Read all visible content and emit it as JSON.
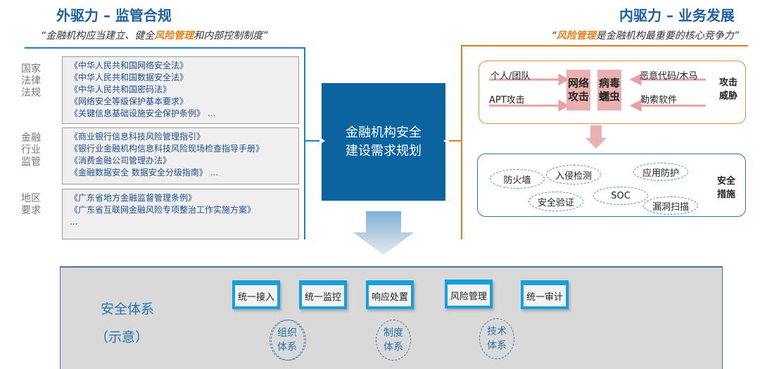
{
  "left": {
    "title": "外驱力 – 监管合规",
    "quote_pre": "“金融机构应当建立、健全",
    "quote_hl": "风险管理",
    "quote_post": "和内部控制制度”",
    "groups": [
      {
        "label": "国家\n法律\n法规",
        "items": [
          "《中华人民共和国网络安全法》",
          "《中华人民共和国数据安全法》",
          "《中华人民共和国密码法》",
          "《网络安全等级保护基本要求》",
          "《关键信息基础设施安全保护条例》 ..."
        ]
      },
      {
        "label": "金融\n行业\n监管",
        "items": [
          "《商业银行信息科技风险管理指引》",
          "《银行业金融机构信息科技风险现场检查指导手册》",
          "《消费金融公司管理办法》",
          "《金融数据安全 数据安全分级指南》 ..."
        ]
      },
      {
        "label": "地区\n要求",
        "items": [
          "《广东省地方金融监督管理条例》",
          "《广东省互联网金融风险专项整治工作实施方案》",
          "..."
        ]
      }
    ]
  },
  "center": {
    "text": "金融机构安全\n建设需求规划"
  },
  "right": {
    "title": "内驱力 – 业务发展",
    "quote_pre": "“",
    "quote_hl": "风险管理",
    "quote_post": "是金融机构最重要的核心竞争力”",
    "threat": {
      "left": [
        "个人/团队",
        "APT攻击"
      ],
      "boxes": [
        "网络\n攻击",
        "病毒\n蠕虫"
      ],
      "right": [
        "恶意代码/木马",
        "勒索软件"
      ],
      "label": "攻击\n威胁"
    },
    "measures": {
      "items": [
        "防火墙",
        "入侵检测",
        "应用防护",
        "安全验证",
        "SOC",
        "漏洞扫描"
      ],
      "label": "安全\n措施"
    }
  },
  "bottom": {
    "title": "安全体系",
    "subtitle": "（示意）",
    "modules": [
      "统一接入",
      "统一监控",
      "响应处置",
      "风险管理",
      "统一审计"
    ],
    "systems": [
      "组织\n体系",
      "制度\n体系",
      "技术\n体系"
    ]
  }
}
